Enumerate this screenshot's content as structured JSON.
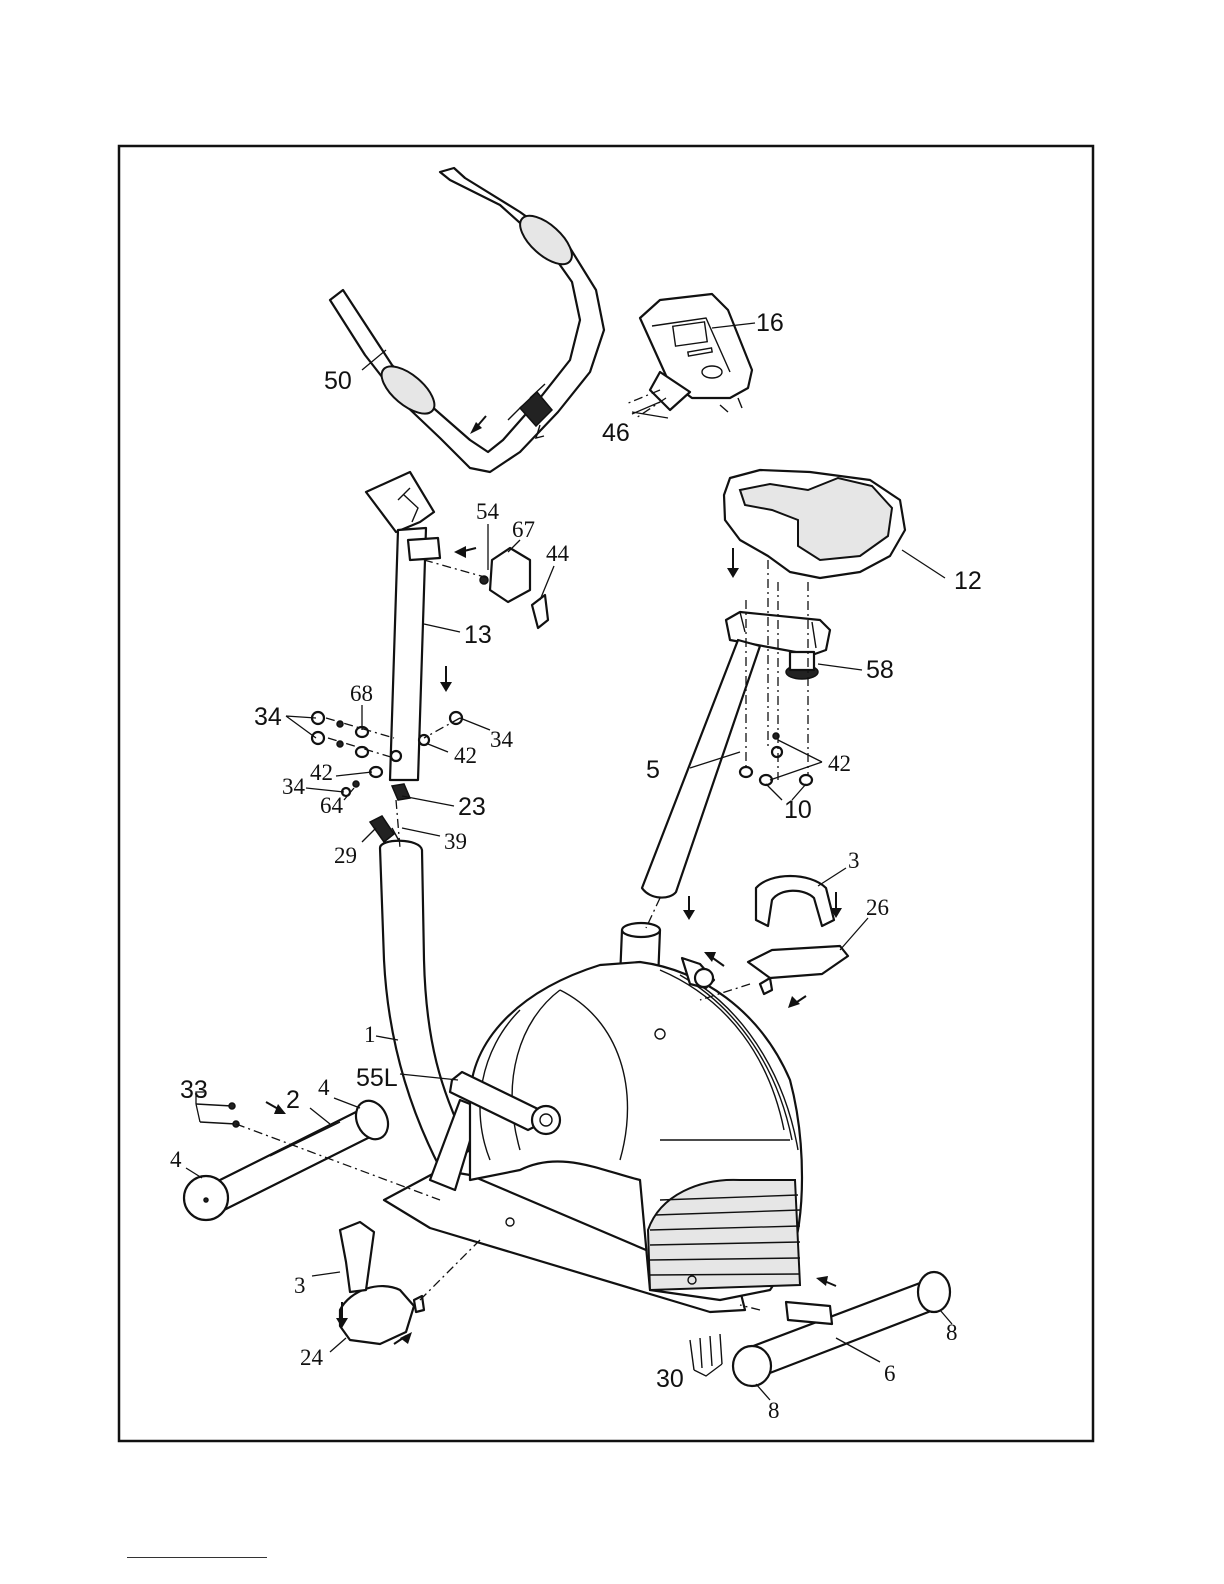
{
  "callouts": {
    "c50": "50",
    "c16": "16",
    "c46": "46",
    "c54": "54",
    "c67": "67",
    "c44": "44",
    "c12": "12",
    "c13": "13",
    "c58": "58",
    "c68": "68",
    "c34a": "34",
    "c34b": "34",
    "c34c": "34",
    "c42a": "42",
    "c42b": "42",
    "c42c": "42",
    "c64": "64",
    "c23": "23",
    "c5": "5",
    "c10": "10",
    "c29": "29",
    "c39": "39",
    "c3a": "3",
    "c3b": "3",
    "c26": "26",
    "c1": "1",
    "c55L": "55L",
    "c33": "33",
    "c2": "2",
    "c4a": "4",
    "c4b": "4",
    "c24": "24",
    "c30": "30",
    "c8a": "8",
    "c8b": "8",
    "c6": "6"
  }
}
